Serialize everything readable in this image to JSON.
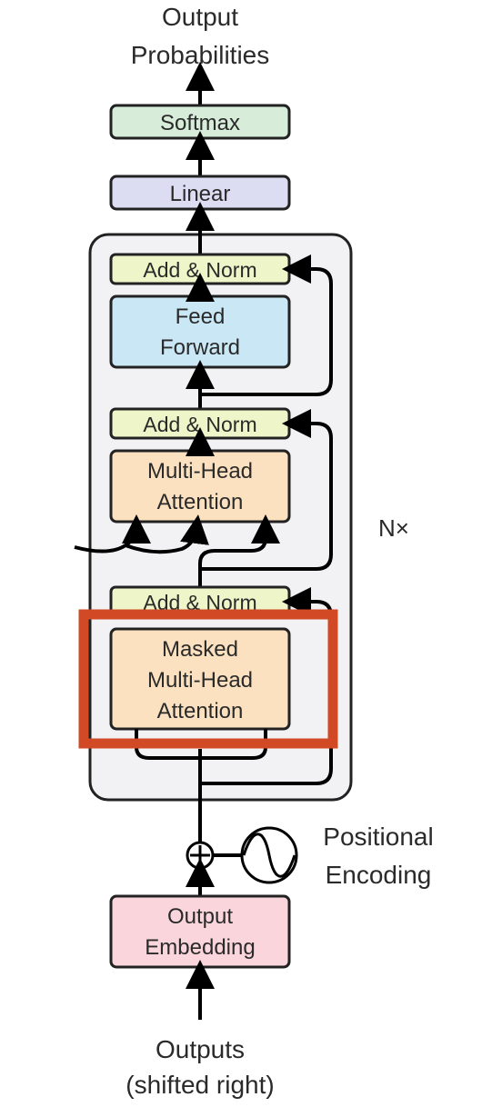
{
  "top_output": {
    "line1": "Output",
    "line2": "Probabilities"
  },
  "softmax": {
    "label": "Softmax",
    "color": "#d7ecd9"
  },
  "linear": {
    "label": "Linear",
    "color": "#dcdcf2"
  },
  "add_norm": {
    "label": "Add & Norm",
    "color": "#eef5c8"
  },
  "feed_forward": {
    "line1": "Feed",
    "line2": "Forward",
    "color": "#c9e7f5"
  },
  "multi_head_attention": {
    "line1": "Multi-Head",
    "line2": "Attention",
    "color": "#fbe1bf"
  },
  "masked_attention": {
    "line1": "Masked",
    "line2": "Multi-Head",
    "line3": "Attention",
    "color": "#fbe1bf"
  },
  "repeat": {
    "label": "N×",
    "container_color": "#f2f2f4"
  },
  "positional_encoding": {
    "line1": "Positional",
    "line2": "Encoding"
  },
  "output_embedding": {
    "line1": "Output",
    "line2": "Embedding",
    "color": "#fad6dc"
  },
  "bottom_input": {
    "line1": "Outputs",
    "line2": "(shifted right)"
  },
  "highlight": {
    "color": "#d14a25"
  }
}
